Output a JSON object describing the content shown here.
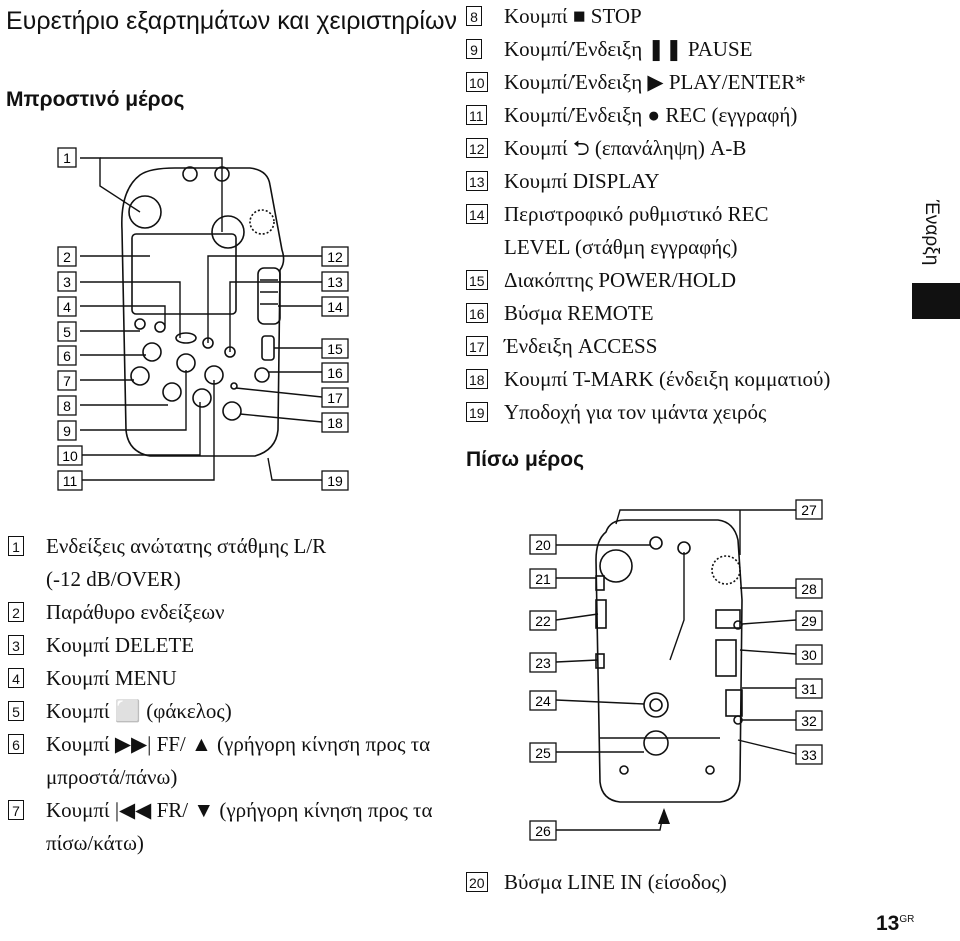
{
  "title": "Ευρετήριο εξαρτημάτων και χειριστηρίων",
  "front_heading": "Μπροστινό μέρος",
  "back_heading": "Πίσω μέρος",
  "side_tab": "Έναρξη",
  "page_number": "13",
  "page_number_suffix": "GR",
  "items": [
    {
      "n": "1",
      "text": "Ενδείξεις ανώτατης στάθμης L/R (-12 dB/OVER)"
    },
    {
      "n": "2",
      "text": "Παράθυρο ενδείξεων"
    },
    {
      "n": "3",
      "text": "Κουμπί DELETE"
    },
    {
      "n": "4",
      "text": "Κουμπί MENU"
    },
    {
      "n": "5",
      "text": "Κουμπί ⬜ (φάκελος)"
    },
    {
      "n": "6",
      "text": "Κουμπί ▶▶| FF/ ▲ (γρήγορη κίνηση προς τα μπροστά/πάνω)"
    },
    {
      "n": "7",
      "text": "Κουμπί |◀◀ FR/ ▼ (γρήγορη κίνηση προς τα πίσω/κάτω)"
    },
    {
      "n": "8",
      "text": "Κουμπί ■ STOP"
    },
    {
      "n": "9",
      "text": "Κουμπί/Ένδειξη ❚❚ PAUSE"
    },
    {
      "n": "10",
      "text": "Κουμπί/Ένδειξη ▶ PLAY/ENTER*"
    },
    {
      "n": "11",
      "text": "Κουμπί/Ένδειξη ● REC (εγγραφή)"
    },
    {
      "n": "12",
      "text": "Κουμπί ⮌ (επανάληψη) A-B"
    },
    {
      "n": "13",
      "text": "Κουμπί DISPLAY"
    },
    {
      "n": "14",
      "text": "Περιστροφικό ρυθμιστικό REC LEVEL (στάθμη εγγραφής)"
    },
    {
      "n": "15",
      "text": "Διακόπτης POWER/HOLD"
    },
    {
      "n": "16",
      "text": "Βύσμα REMOTE"
    },
    {
      "n": "17",
      "text": "Ένδειξη ACCESS"
    },
    {
      "n": "18",
      "text": "Κουμπί T-MARK (ένδειξη κομματιού)"
    },
    {
      "n": "19",
      "text": "Υποδοχή για τον ιμάντα χειρός"
    },
    {
      "n": "20",
      "text": "Βύσμα LINE IN (είσοδος)"
    }
  ],
  "front_callouts_left": [
    "1",
    "2",
    "3",
    "4",
    "5",
    "6",
    "7",
    "8",
    "9",
    "10",
    "11"
  ],
  "front_callouts_right": [
    "12",
    "13",
    "14",
    "15",
    "16",
    "17",
    "18",
    "19"
  ],
  "back_callouts_left": [
    "20",
    "21",
    "22",
    "23",
    "24",
    "25",
    "26"
  ],
  "back_callouts_right": [
    "27",
    "28",
    "29",
    "30",
    "31",
    "32",
    "33"
  ]
}
